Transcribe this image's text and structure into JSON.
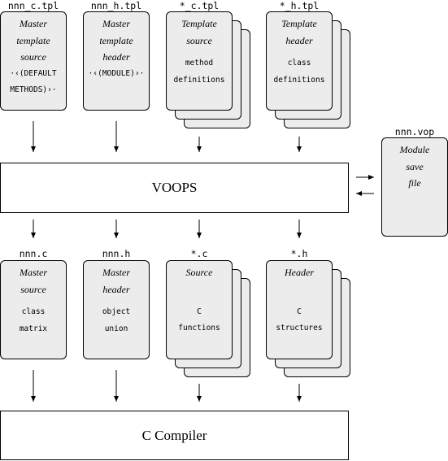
{
  "top_row": [
    {
      "filename": "nnn_c.tpl",
      "lines": [
        "Master",
        "template",
        "source"
      ],
      "mono_lines": [
        "·‹(DEFAULT",
        "METHODS)›·"
      ],
      "stacked": false
    },
    {
      "filename": "nnn_h.tpl",
      "lines": [
        "Master",
        "template",
        "header"
      ],
      "mono_lines": [
        "·‹(MODULE)›·"
      ],
      "stacked": false
    },
    {
      "filename": "*_c.tpl",
      "lines": [
        "Template",
        "source"
      ],
      "mono_lines": [
        "method",
        "definitions"
      ],
      "stacked": true
    },
    {
      "filename": "*_h.tpl",
      "lines": [
        "Template",
        "header"
      ],
      "mono_lines": [
        "class",
        "definitions"
      ],
      "stacked": true
    }
  ],
  "voops": {
    "label": "VOOPS"
  },
  "module_file": {
    "filename": "nnn.vop",
    "lines": [
      "Module",
      "save",
      "file"
    ]
  },
  "bottom_row": [
    {
      "filename": "nnn.c",
      "lines": [
        "Master",
        "source"
      ],
      "mono_lines": [
        "class",
        "matrix"
      ],
      "stacked": false
    },
    {
      "filename": "nnn.h",
      "lines": [
        "Master",
        "header"
      ],
      "mono_lines": [
        "object",
        "union"
      ],
      "stacked": false
    },
    {
      "filename": "*.c",
      "lines": [
        "Source"
      ],
      "mono_lines": [
        "C",
        "functions"
      ],
      "stacked": true
    },
    {
      "filename": "*.h",
      "lines": [
        "Header"
      ],
      "mono_lines": [
        "C",
        "structures"
      ],
      "stacked": true
    }
  ],
  "compiler": {
    "label": "C Compiler"
  }
}
